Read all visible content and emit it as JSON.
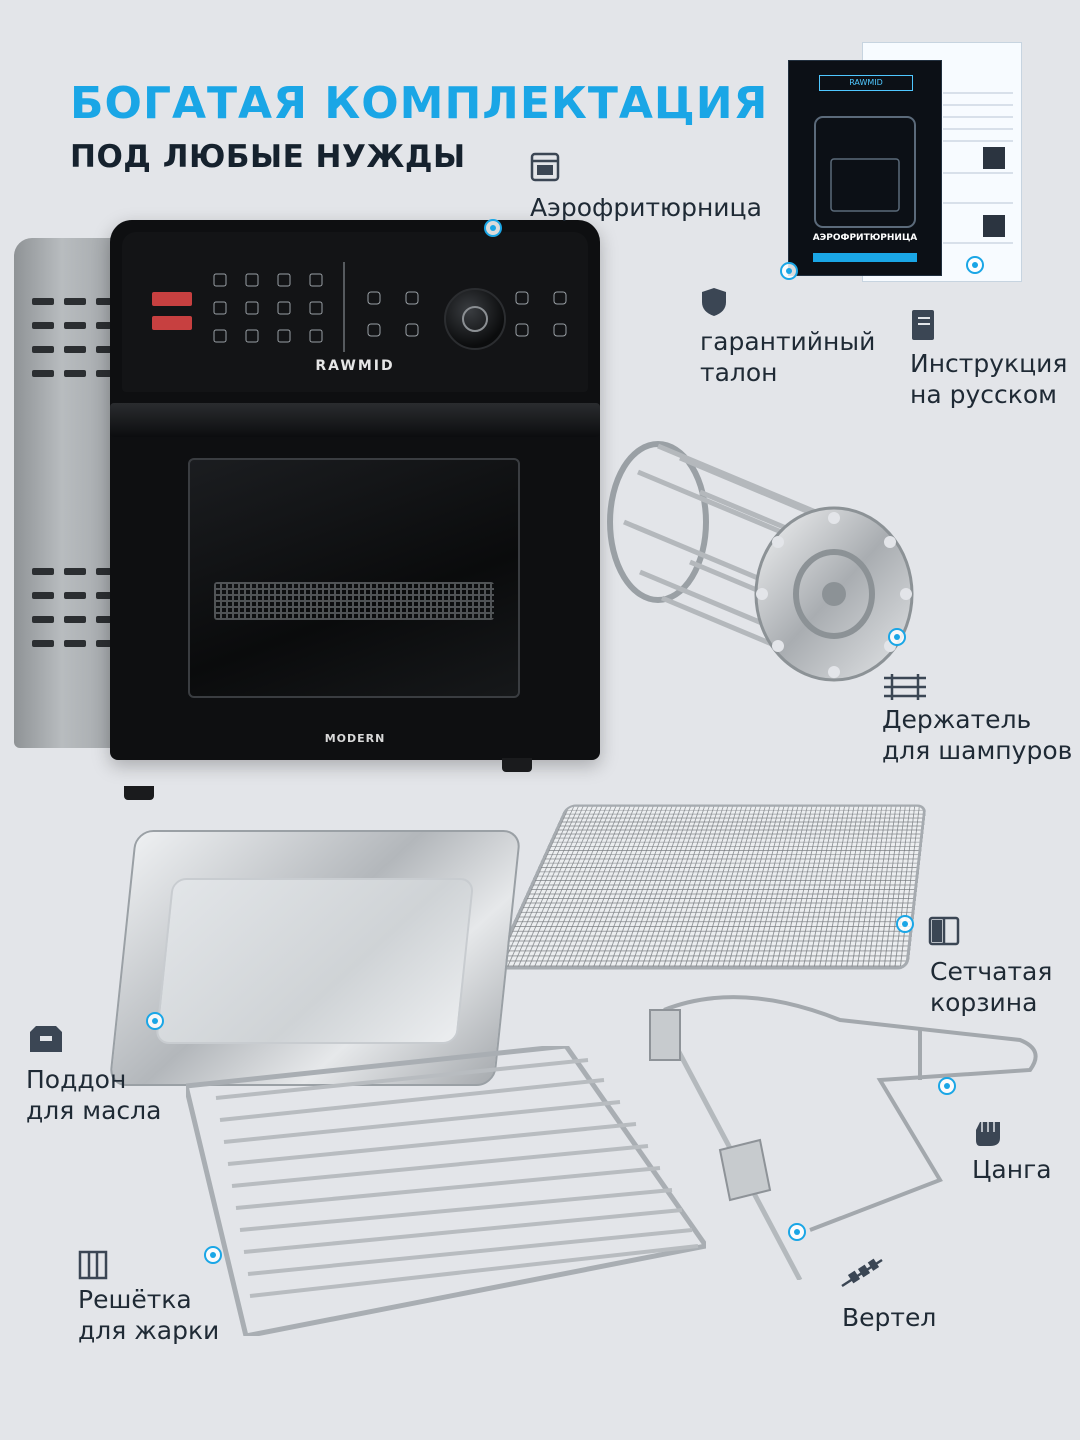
{
  "header": {
    "title": "БОГАТАЯ КОМПЛЕКТАЦИЯ",
    "subtitle": "ПОД ЛЮБЫЕ НУЖДЫ"
  },
  "oven": {
    "brand": "RAWMID",
    "model": "MODERN"
  },
  "manual": {
    "brand": "RAWMID",
    "title": "АЭРОФРИТЮРНИЦА"
  },
  "items": {
    "airfryer": {
      "label": "Аэрофритюрница",
      "icon": "oven-icon"
    },
    "warranty": {
      "label": "гарантийный\nталон",
      "icon": "shield-icon"
    },
    "manual": {
      "label": "Инструкция\nна русском",
      "icon": "book-icon"
    },
    "skewer_holder": {
      "label": "Держатель\nдля шампуров",
      "icon": "skewers-icon"
    },
    "mesh_basket": {
      "label": "Сетчатая\nкорзина",
      "icon": "open-book-icon"
    },
    "oil_tray": {
      "label": "Поддон\nдля масла",
      "icon": "tray-icon"
    },
    "tongs": {
      "label": "Цанга",
      "icon": "glove-icon"
    },
    "grill_rack": {
      "label": "Решётка\nдля жарки",
      "icon": "grill-icon"
    },
    "spit": {
      "label": "Вертел",
      "icon": "spit-icon"
    }
  },
  "colors": {
    "accent": "#1aa6e6",
    "background": "#e3e5e9",
    "text": "#1f2a35"
  }
}
